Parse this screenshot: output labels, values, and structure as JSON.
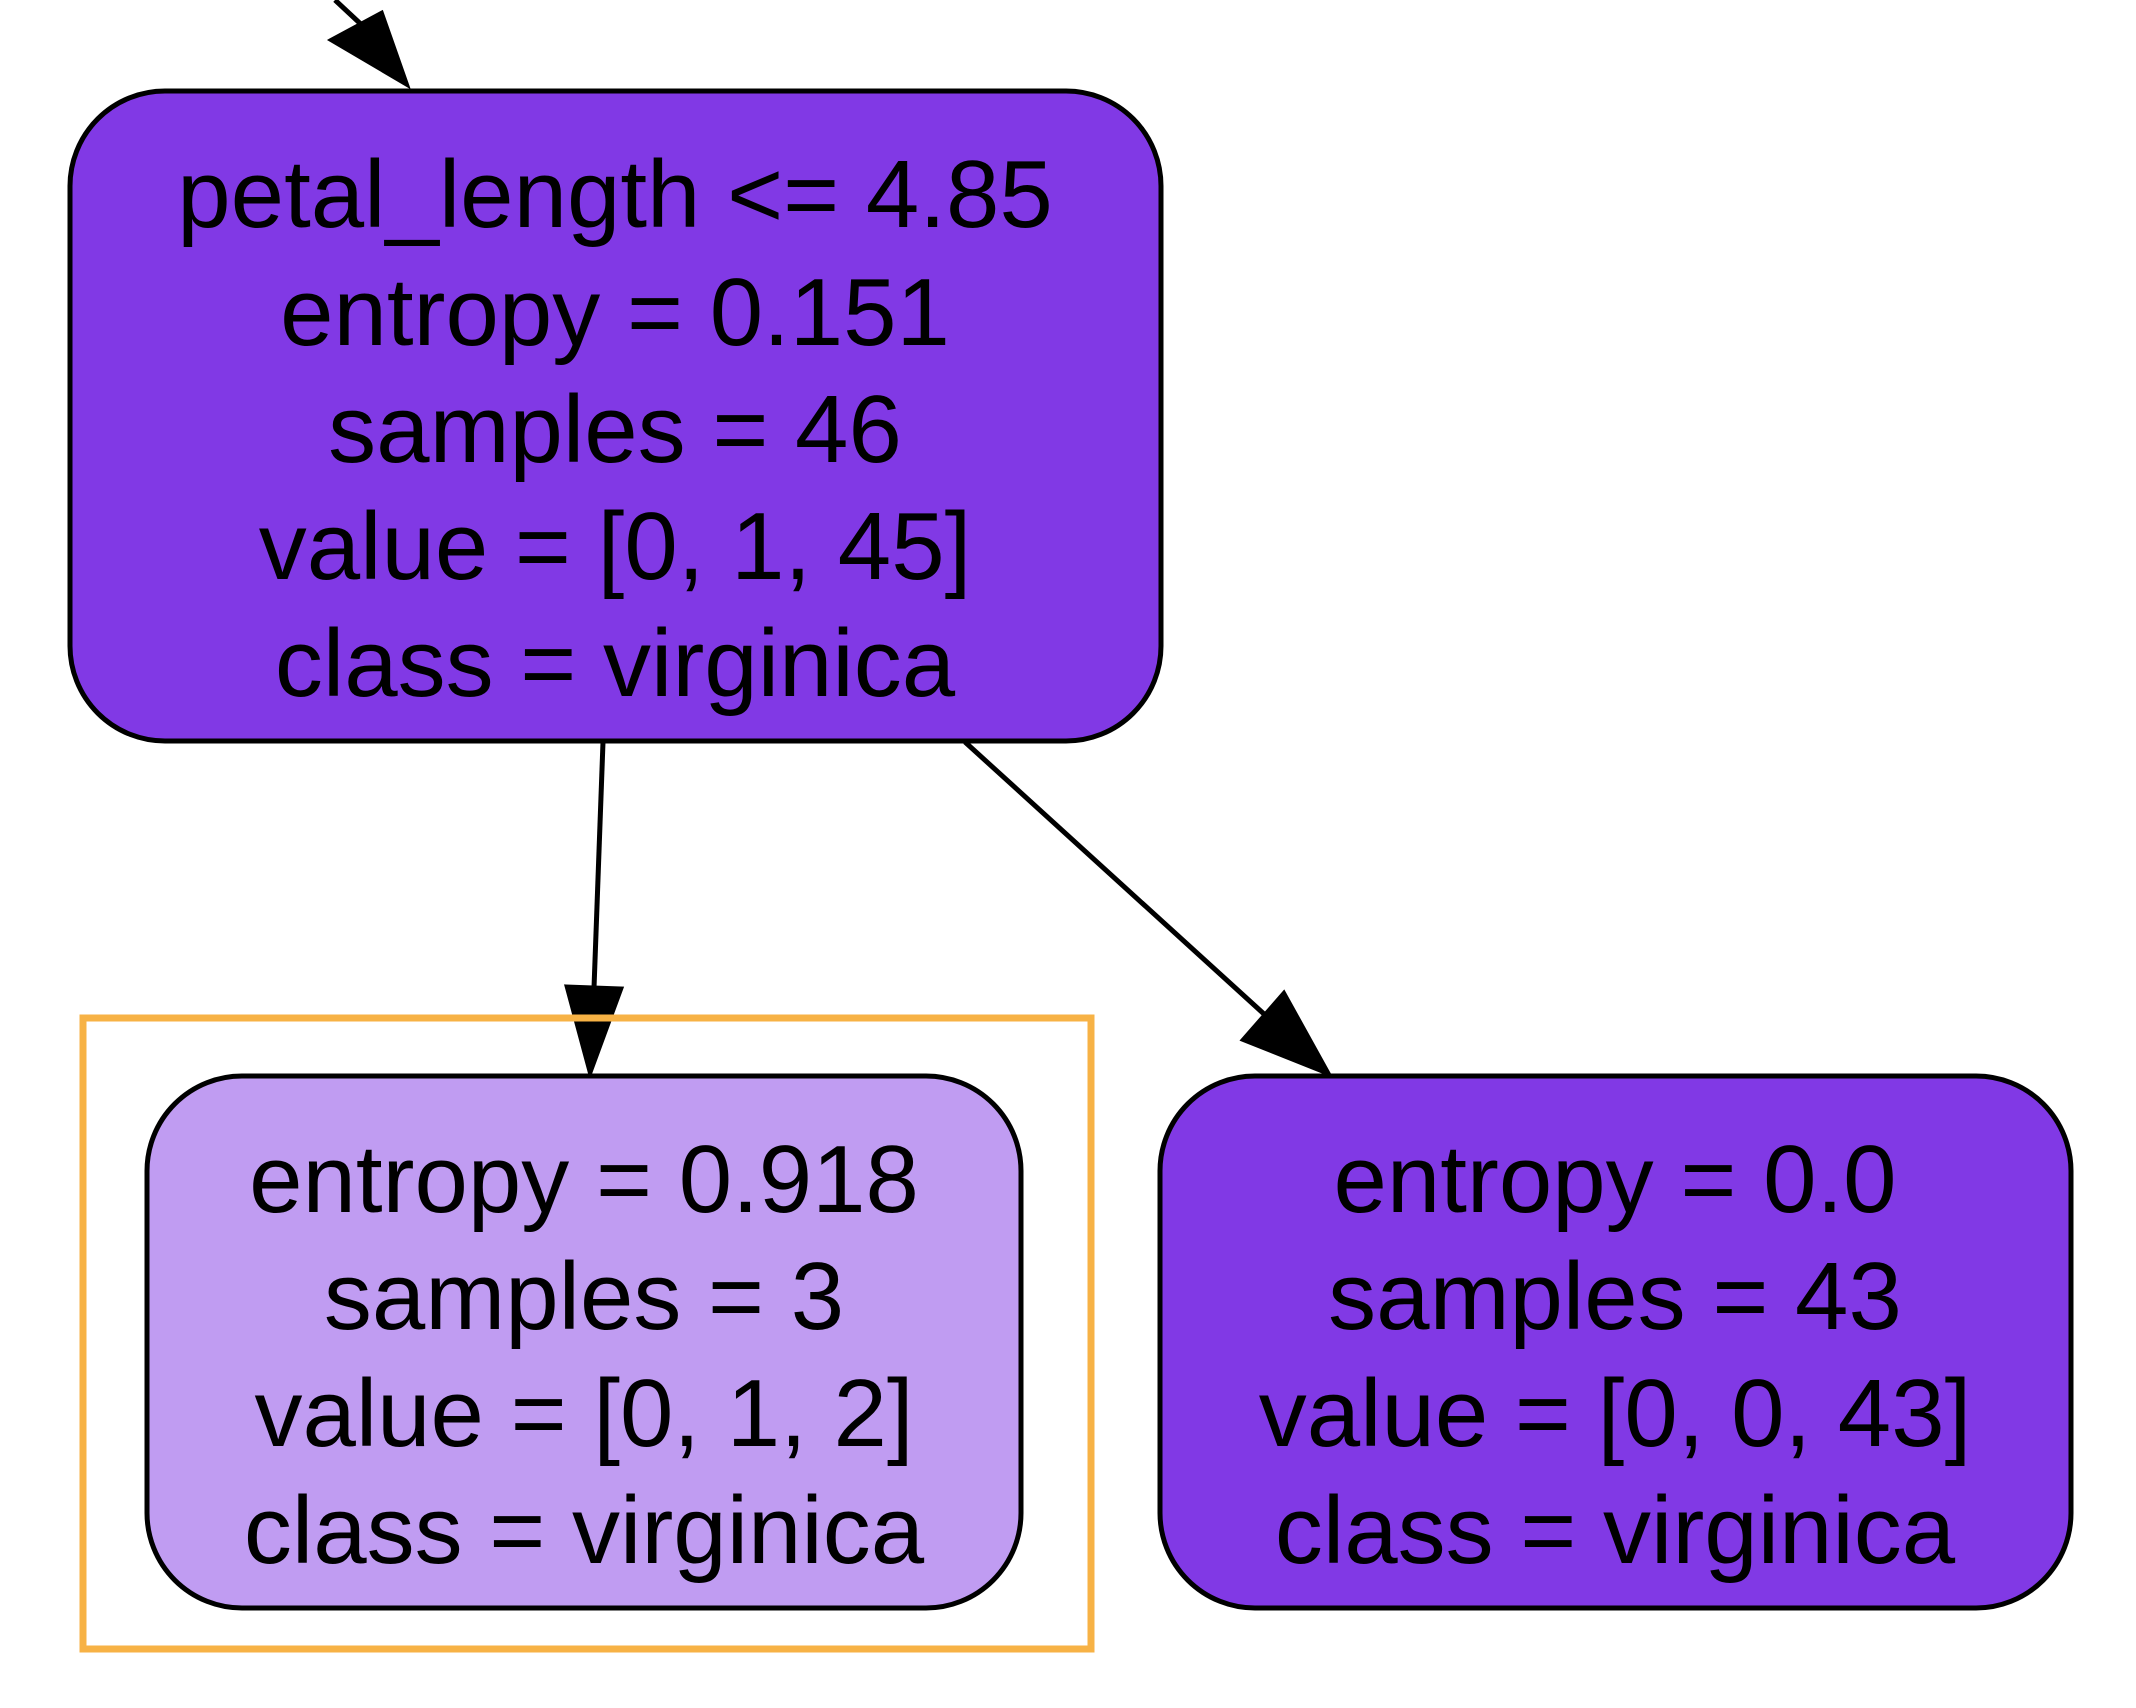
{
  "tree": {
    "parent": {
      "lines": [
        "petal_length <= 4.85",
        "entropy = 0.151",
        "samples = 46",
        "value = [0, 1, 45]",
        "class = virginica"
      ],
      "fill": "#8139e5"
    },
    "left_leaf": {
      "lines": [
        "entropy = 0.918",
        "samples = 3",
        "value = [0, 1, 2]",
        "class = virginica"
      ],
      "fill": "#c09cf2",
      "highlighted": true
    },
    "right_leaf": {
      "lines": [
        "entropy = 0.0",
        "samples = 43",
        "value = [0, 0, 43]",
        "class = virginica"
      ],
      "fill": "#8139e5"
    }
  },
  "colors": {
    "node_stroke": "#000000",
    "edge": "#000000",
    "highlight": "#f7b245",
    "background": "#ffffff"
  }
}
